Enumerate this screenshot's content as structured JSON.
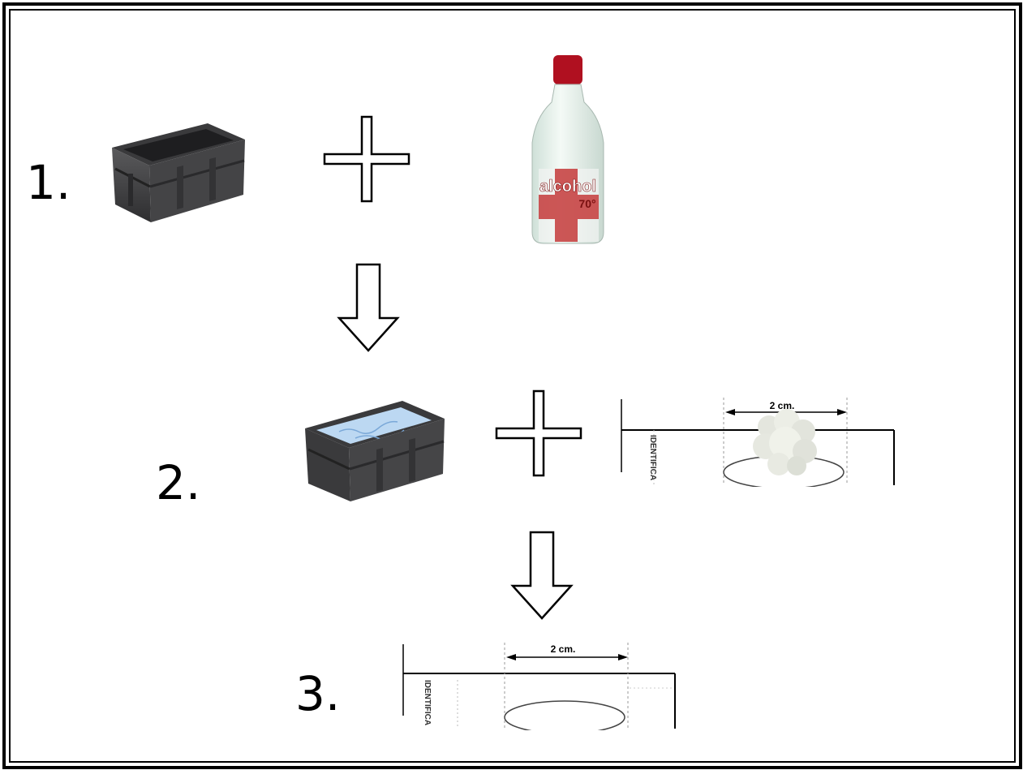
{
  "steps": [
    {
      "number": "1."
    },
    {
      "number": "2."
    },
    {
      "number": "3."
    }
  ],
  "bottle": {
    "brand": "alcohol",
    "strength": "70°"
  },
  "diagram_label": {
    "measure": "2 cm.",
    "side_text": "IDENTIFICA"
  }
}
